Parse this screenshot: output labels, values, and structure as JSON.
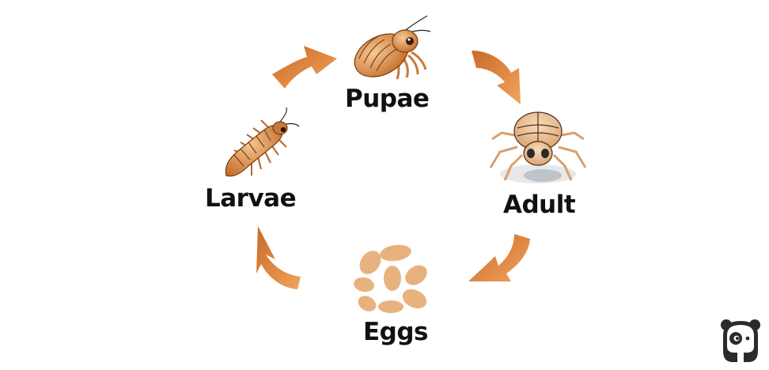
{
  "diagram": {
    "type": "life-cycle",
    "stages": [
      {
        "id": "pupae",
        "label": "Pupae",
        "icon": "pupa-insect-icon"
      },
      {
        "id": "adult",
        "label": "Adult",
        "icon": "adult-insect-icon"
      },
      {
        "id": "eggs",
        "label": "Eggs",
        "icon": "eggs-cluster-icon"
      },
      {
        "id": "larvae",
        "label": "Larvae",
        "icon": "larva-insect-icon"
      }
    ],
    "flow": [
      "Larvae",
      "Pupae",
      "Adult",
      "Eggs",
      "Larvae"
    ],
    "arrow_color": "#e08a3a",
    "egg_color": "#e8b27e",
    "insect_color": "#d9873f",
    "logo": "panda-logo-icon"
  }
}
